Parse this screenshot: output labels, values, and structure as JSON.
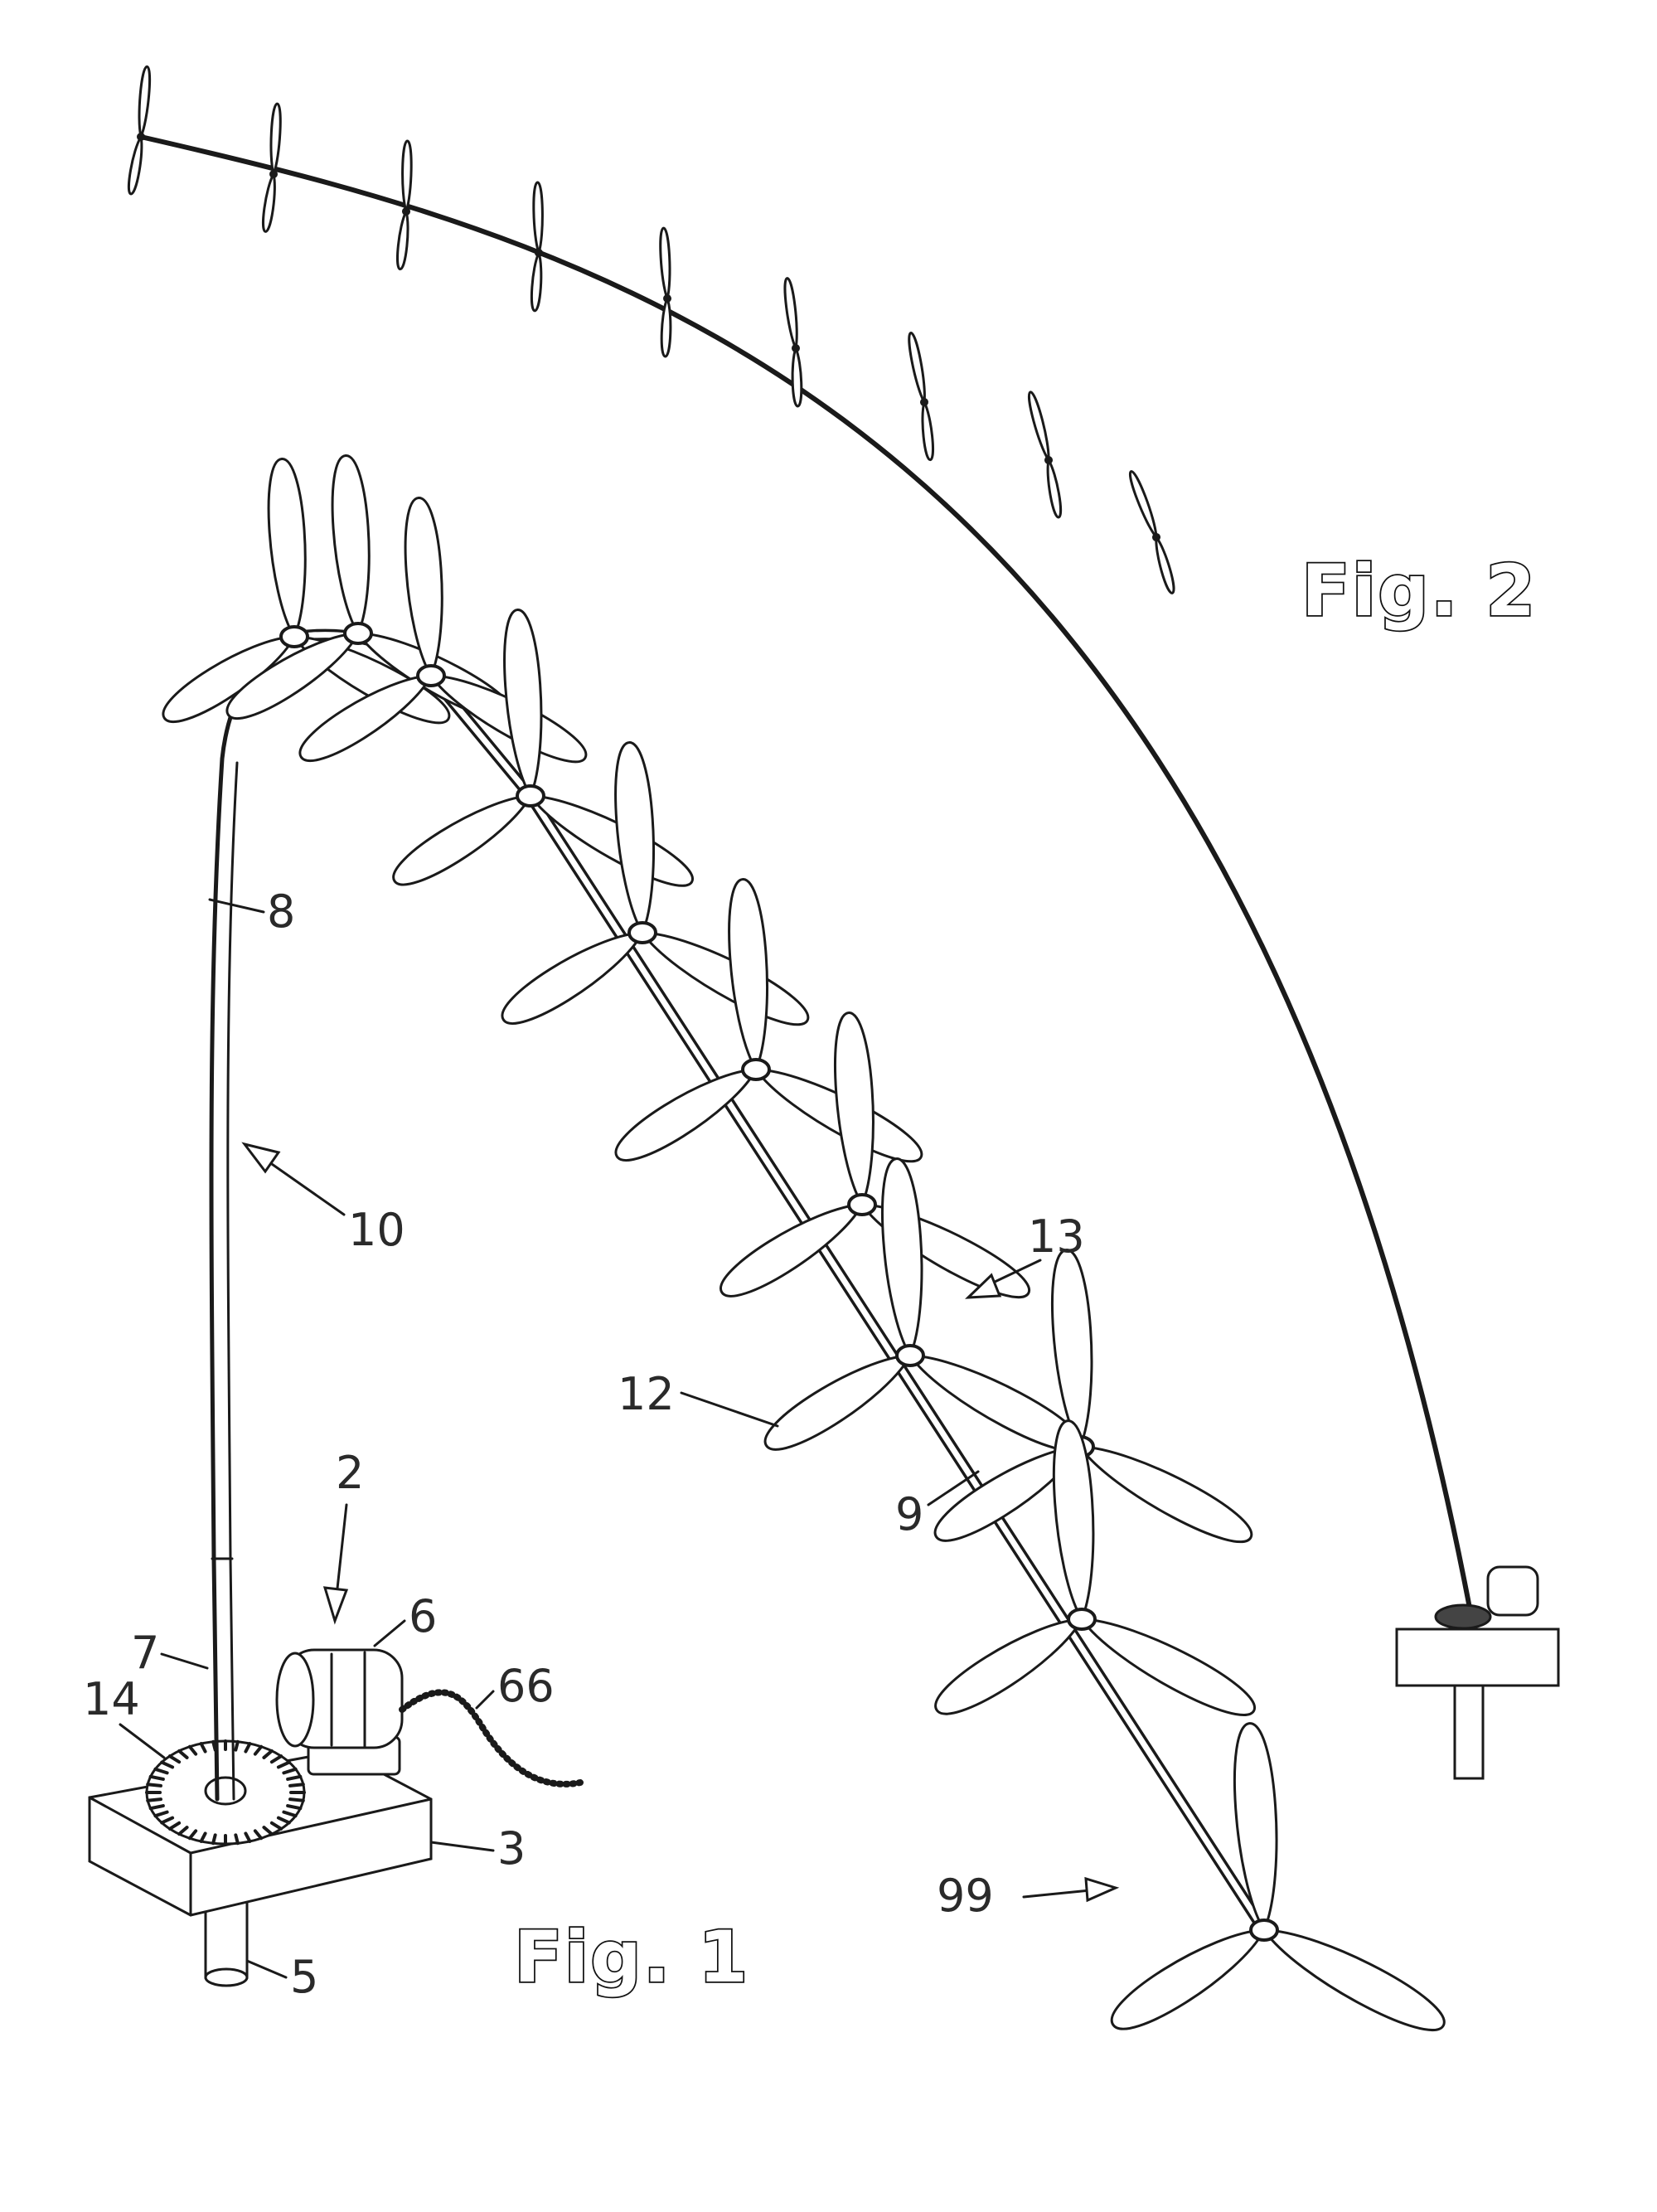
{
  "figures": {
    "fig1": "Fig. 1",
    "fig2": "Fig. 2"
  },
  "references": {
    "r2": "2",
    "r3": "3",
    "r5": "5",
    "r6": "6",
    "r7": "7",
    "r8": "8",
    "r9": "9",
    "r10": "10",
    "r12": "12",
    "r13": "13",
    "r14": "14",
    "r66": "66",
    "r99": "99"
  },
  "colors": {
    "line": "#1a1a1a",
    "background": "#ffffff"
  }
}
